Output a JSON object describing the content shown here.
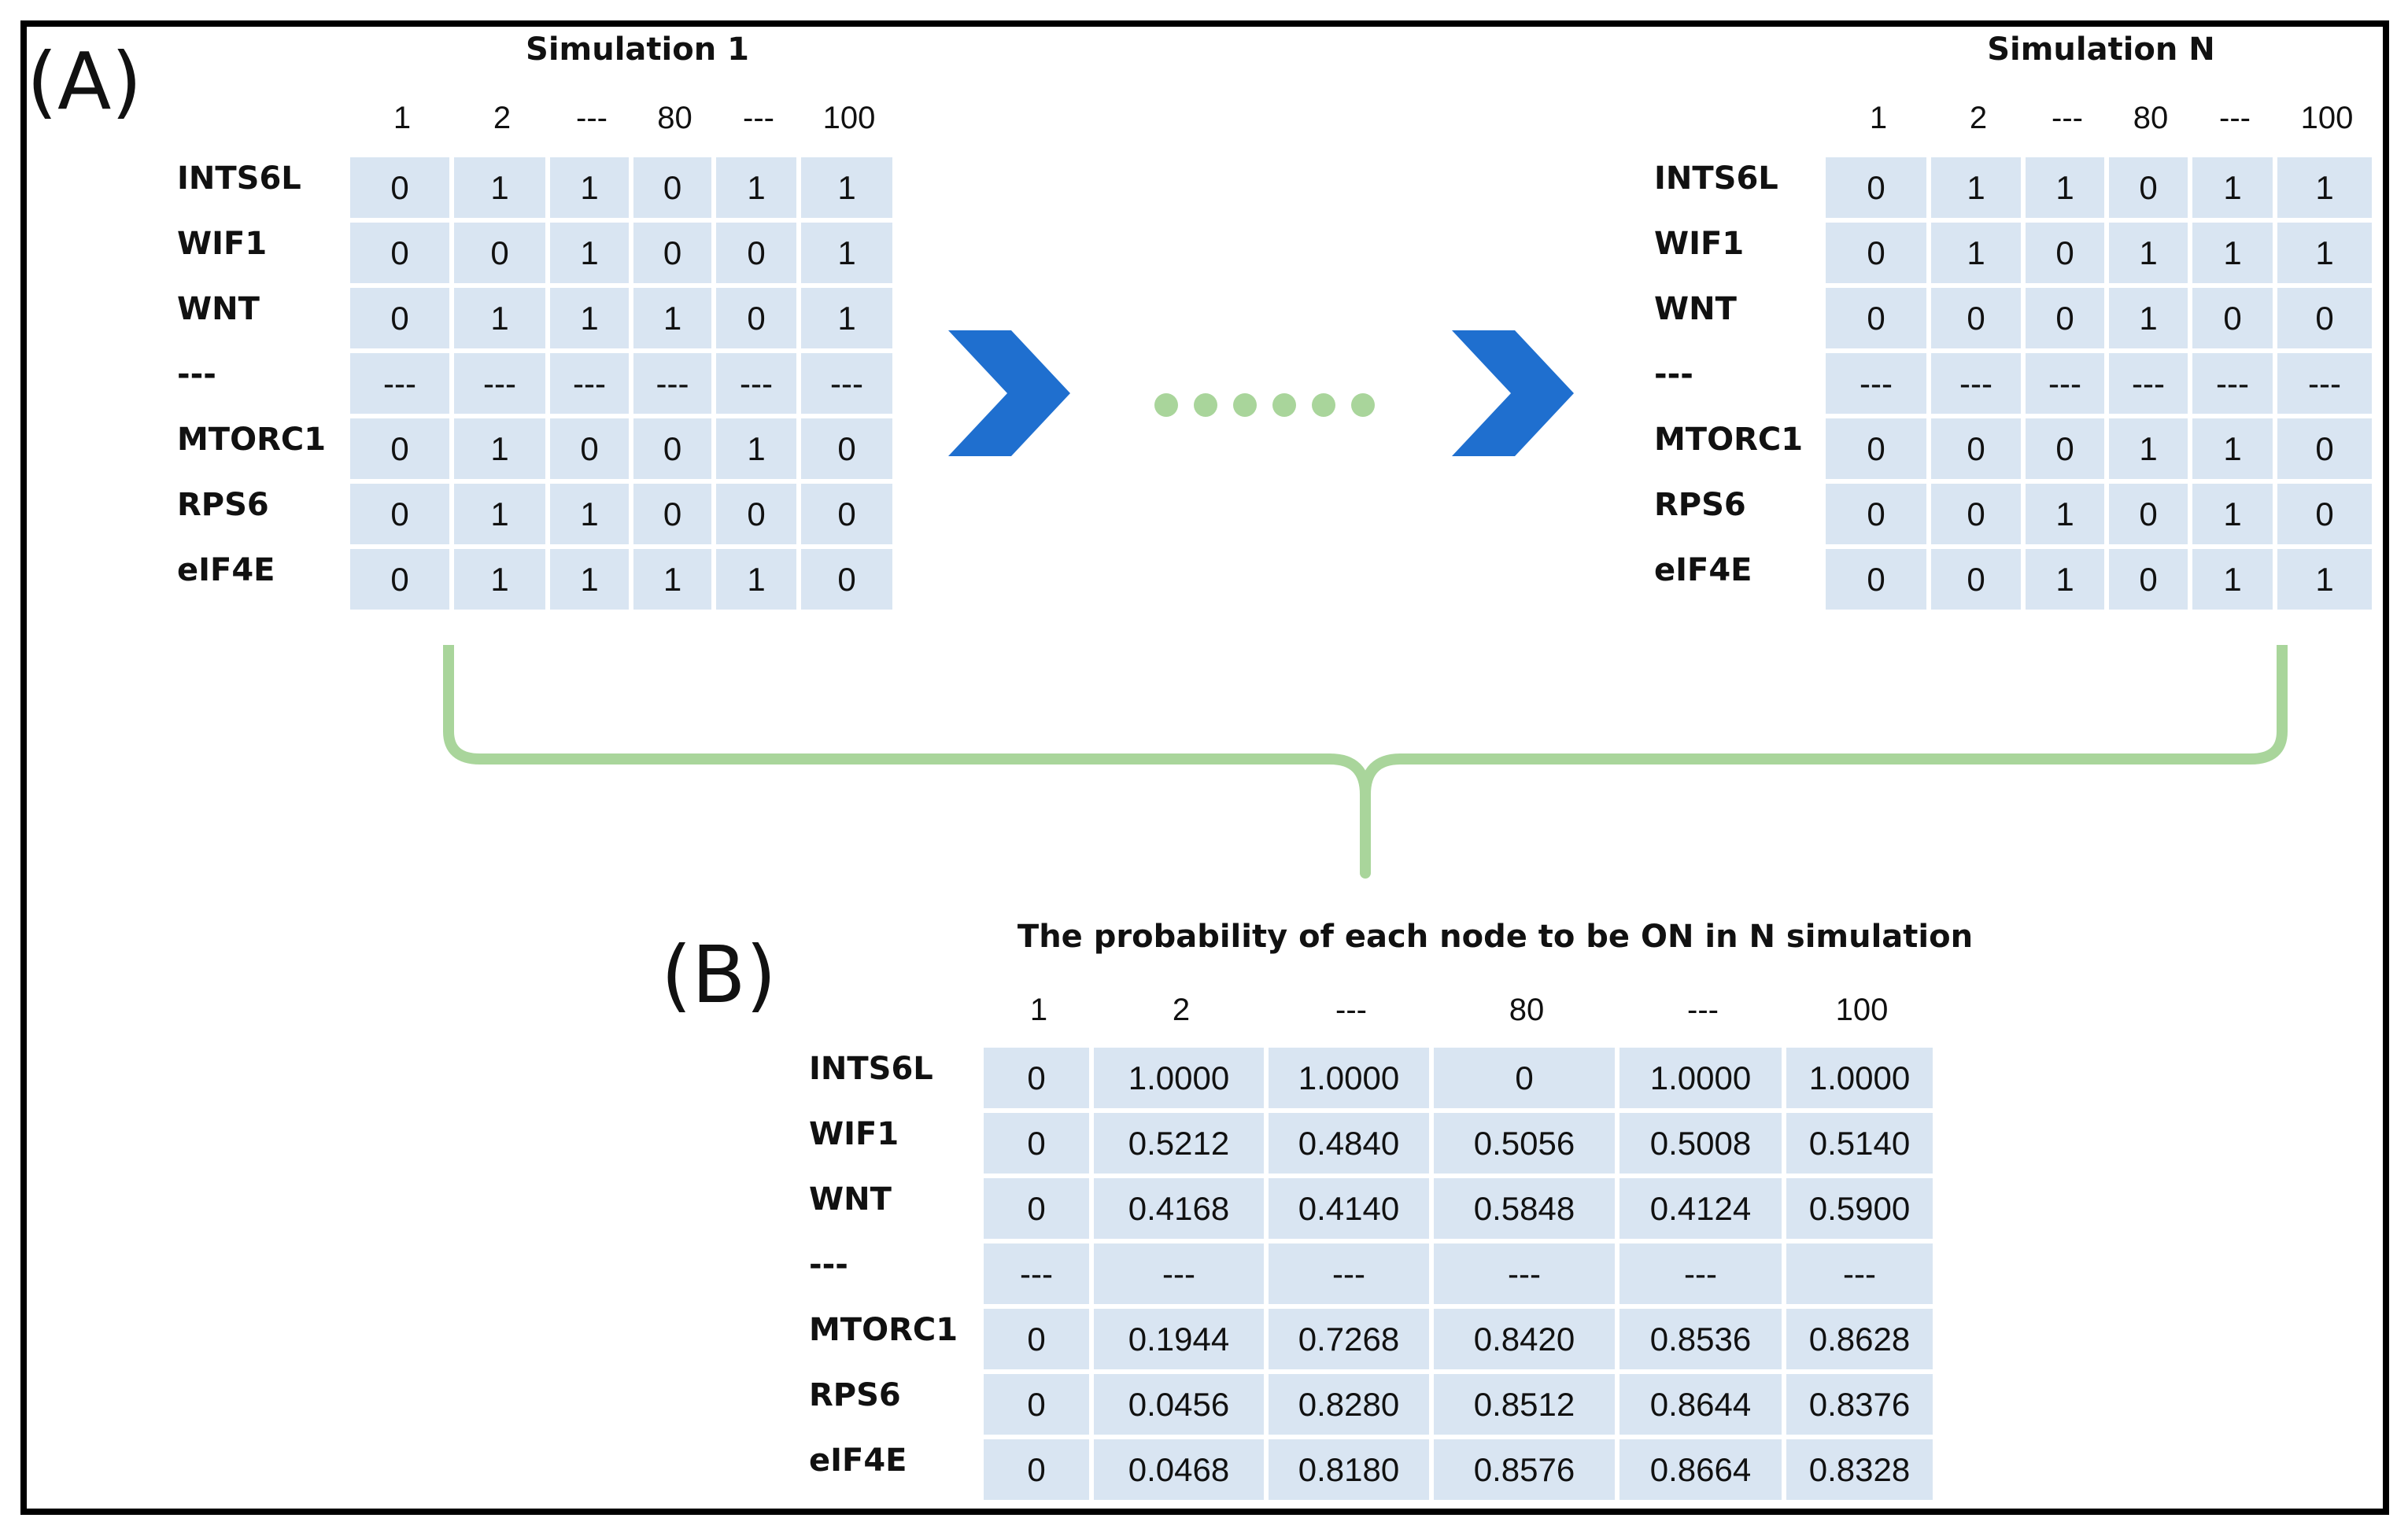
{
  "panel_a": {
    "label": "(A)",
    "row_labels": [
      "INTS6L",
      "WIF1",
      "WNT",
      "---",
      "MTORC1",
      "RPS6",
      "eIF4E"
    ],
    "col_headers": [
      "1",
      "2",
      "---",
      "80",
      "---",
      "100"
    ],
    "simulation_1": {
      "title": "Simulation 1",
      "rows": [
        [
          "0",
          "1",
          "1",
          "0",
          "1",
          "1"
        ],
        [
          "0",
          "0",
          "1",
          "0",
          "0",
          "1"
        ],
        [
          "0",
          "1",
          "1",
          "1",
          "0",
          "1"
        ],
        [
          "---",
          "---",
          "---",
          "---",
          "---",
          "---"
        ],
        [
          "0",
          "1",
          "0",
          "0",
          "1",
          "0"
        ],
        [
          "0",
          "1",
          "1",
          "0",
          "0",
          "0"
        ],
        [
          "0",
          "1",
          "1",
          "1",
          "1",
          "0"
        ]
      ]
    },
    "simulation_n": {
      "title": "Simulation N",
      "rows": [
        [
          "0",
          "1",
          "1",
          "0",
          "1",
          "1"
        ],
        [
          "0",
          "1",
          "0",
          "1",
          "1",
          "1"
        ],
        [
          "0",
          "0",
          "0",
          "1",
          "0",
          "0"
        ],
        [
          "---",
          "---",
          "---",
          "---",
          "---",
          "---"
        ],
        [
          "0",
          "0",
          "0",
          "1",
          "1",
          "0"
        ],
        [
          "0",
          "0",
          "1",
          "0",
          "1",
          "0"
        ],
        [
          "0",
          "0",
          "1",
          "0",
          "1",
          "1"
        ]
      ]
    },
    "arrow_icon": "chevron-right-icon",
    "arrow_color": "#1f6fcf",
    "dots_color": "#a9d59b",
    "brace_color": "#a9d59b"
  },
  "panel_b": {
    "label": "(B)",
    "title": "The probability of each node to be ON in N simulation",
    "row_labels": [
      "INTS6L",
      "WIF1",
      "WNT",
      "---",
      "MTORC1",
      "RPS6",
      "eIF4E"
    ],
    "col_headers": [
      "1",
      "2",
      "---",
      "80",
      "---",
      "100"
    ],
    "rows": [
      [
        "0",
        "1.0000",
        "1.0000",
        "0",
        "1.0000",
        "1.0000"
      ],
      [
        "0",
        "0.5212",
        "0.4840",
        "0.5056",
        "0.5008",
        "0.5140"
      ],
      [
        "0",
        "0.4168",
        "0.4140",
        "0.5848",
        "0.4124",
        "0.5900"
      ],
      [
        "---",
        "---",
        "---",
        "---",
        "---",
        "---"
      ],
      [
        "0",
        "0.1944",
        "0.7268",
        "0.8420",
        "0.8536",
        "0.8628"
      ],
      [
        "0",
        "0.0456",
        "0.8280",
        "0.8512",
        "0.8644",
        "0.8376"
      ],
      [
        "0",
        "0.0468",
        "0.8180",
        "0.8576",
        "0.8664",
        "0.8328"
      ]
    ]
  },
  "cell_color": "#d9e5f2"
}
